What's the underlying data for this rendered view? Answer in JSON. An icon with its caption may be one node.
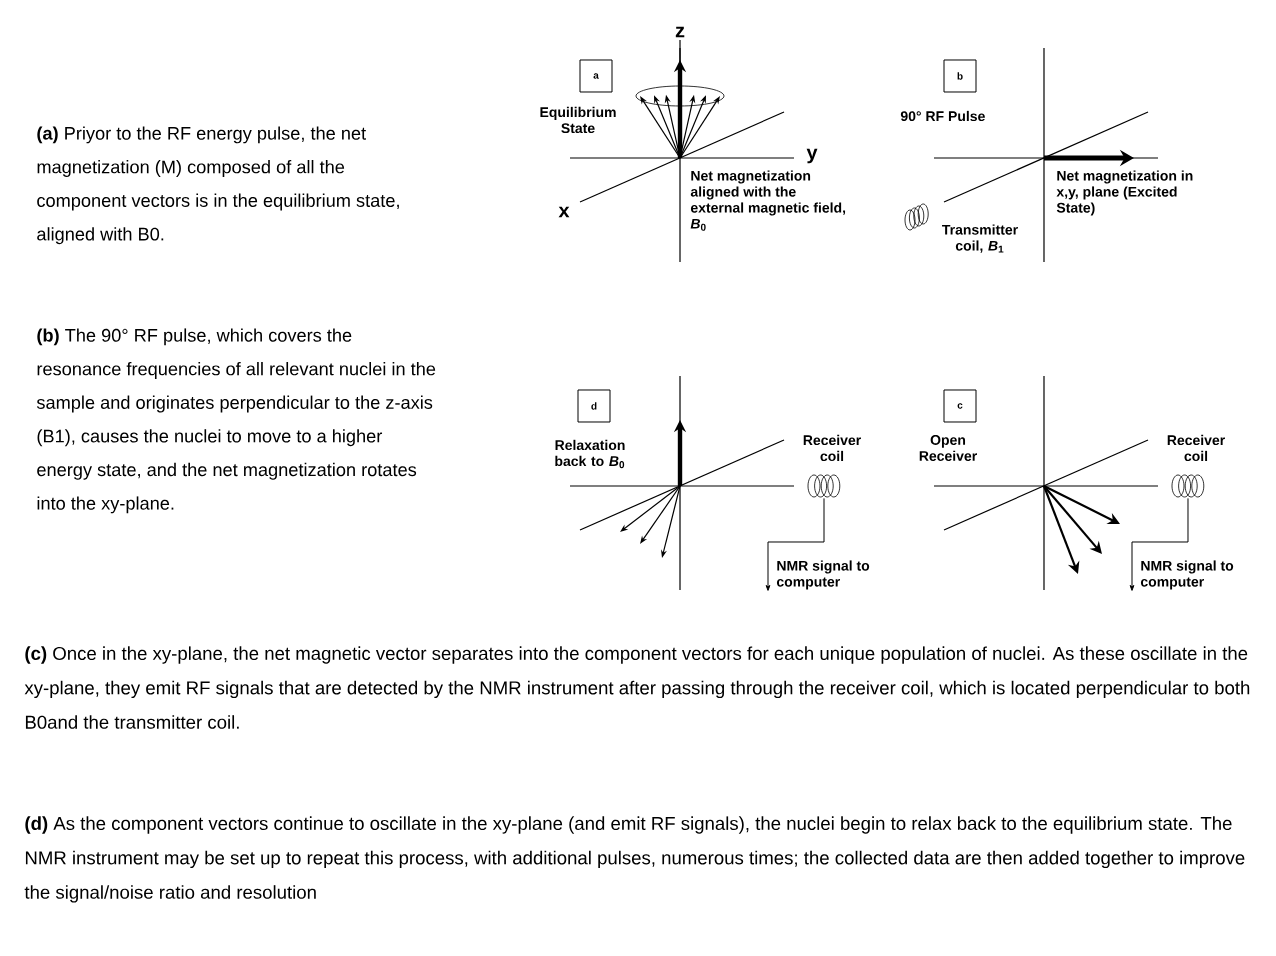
{
  "diagram": {
    "nodes": [
      {
        "text": [
          "a"
        ],
        "beside": [
          "Equilibrium State"
        ]
      },
      {
        "text": [
          "b"
        ],
        "beside": [
          "90° RF Pulse"
        ]
      },
      {
        "text": [
          "d"
        ],
        "beside": [
          "Relaxation back to *B*$_{0}$"
        ]
      },
      {
        "text": [],
        "shape": "coil",
        "beside": [
          "Receiver coil"
        ]
      },
      {
        "text": [
          "NMR signal to computer"
        ]
      },
      {
        "text": [
          "c"
        ],
        "beside": [
          "Open Receiver"
        ]
      },
      {
        "text": [],
        "shape": "coil",
        "beside": [
          "Receiver coil"
        ]
      },
      {
        "text": [
          "NMR signal to computer"
        ]
      }
    ],
    "edges": [
      {
        "from": 3,
        "to": 4,
        "arrow": "to"
      },
      {
        "from": 6,
        "to": 7,
        "arrow": "to"
      }
    ],
    "labels": [
      "z",
      "y",
      "x",
      "Net magnetization aligned with the external magnetic field, *B*$_{0}$",
      "Net magnetization in x,y, plane (Excited State)",
      "Transmitter coil, *B*$_{1}$",
      "**(a)** Priyor to the RF energy pulse, the net magnetization (M) composed of all the component vectors is in the equilibrium state, aligned with B0.",
      "**(b)** The 90° RF pulse, which covers the resonance frequencies of all relevant nuclei in the sample and originates perpendicular to the z-axis (B1), causes the nuclei to move to a higher energy state, and the net magnetization rotates into the xy-plane.",
      "**(c)** Once in the xy-plane, the net magnetic vector separates into the component vectors for each unique population of nuclei. As these oscillate in the xy-plane, they emit RF signals that are detected by the NMR instrument after passing through the receiver coil, which is located perpendicular to both B0and the transmitter coil.",
      "**(d)** As the component vectors continue to oscillate in the xy-plane (and emit RF signals), the nuclei begin to relax back to the equilibrium state. The NMR instrument may be set up to repeat this process, with additional pulses, numerous times; the collected data are then added together to improve the signal/noise ratio and resolution"
    ]
  }
}
